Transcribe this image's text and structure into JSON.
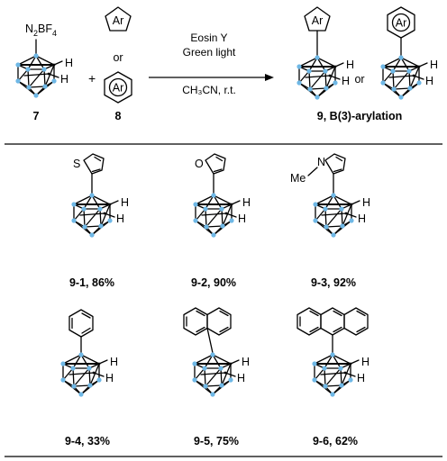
{
  "scheme": {
    "reagent_formula": {
      "prefix": "N",
      "sub1": "2",
      "mid": "BF",
      "sub2": "4"
    },
    "compound7": "7",
    "plus": "+",
    "ar": "Ar",
    "or": "or",
    "compound8": "8",
    "conditions": [
      "Eosin Y",
      "Green light",
      "CH₃CN, r.t."
    ],
    "product_label": "9, B(3)-arylation",
    "h": "H",
    "me": "Me",
    "s_atom": "S",
    "o_atom": "O",
    "n_atom": "N"
  },
  "products": [
    {
      "id": "9-1",
      "label": "9-1, 86%",
      "substituent": "thiophen-2-yl"
    },
    {
      "id": "9-2",
      "label": "9-2, 90%",
      "substituent": "furan-2-yl"
    },
    {
      "id": "9-3",
      "label": "9-3, 92%",
      "substituent": "N-methylpyrrol-2-yl"
    },
    {
      "id": "9-4",
      "label": "9-4, 33%",
      "substituent": "phenyl"
    },
    {
      "id": "9-5",
      "label": "9-5, 75%",
      "substituent": "1-naphthyl"
    },
    {
      "id": "9-6",
      "label": "9-6, 62%",
      "substituent": "9-anthryl"
    }
  ],
  "colors": {
    "boron_vertex": "#6fb8e6",
    "bond": "#000000"
  }
}
